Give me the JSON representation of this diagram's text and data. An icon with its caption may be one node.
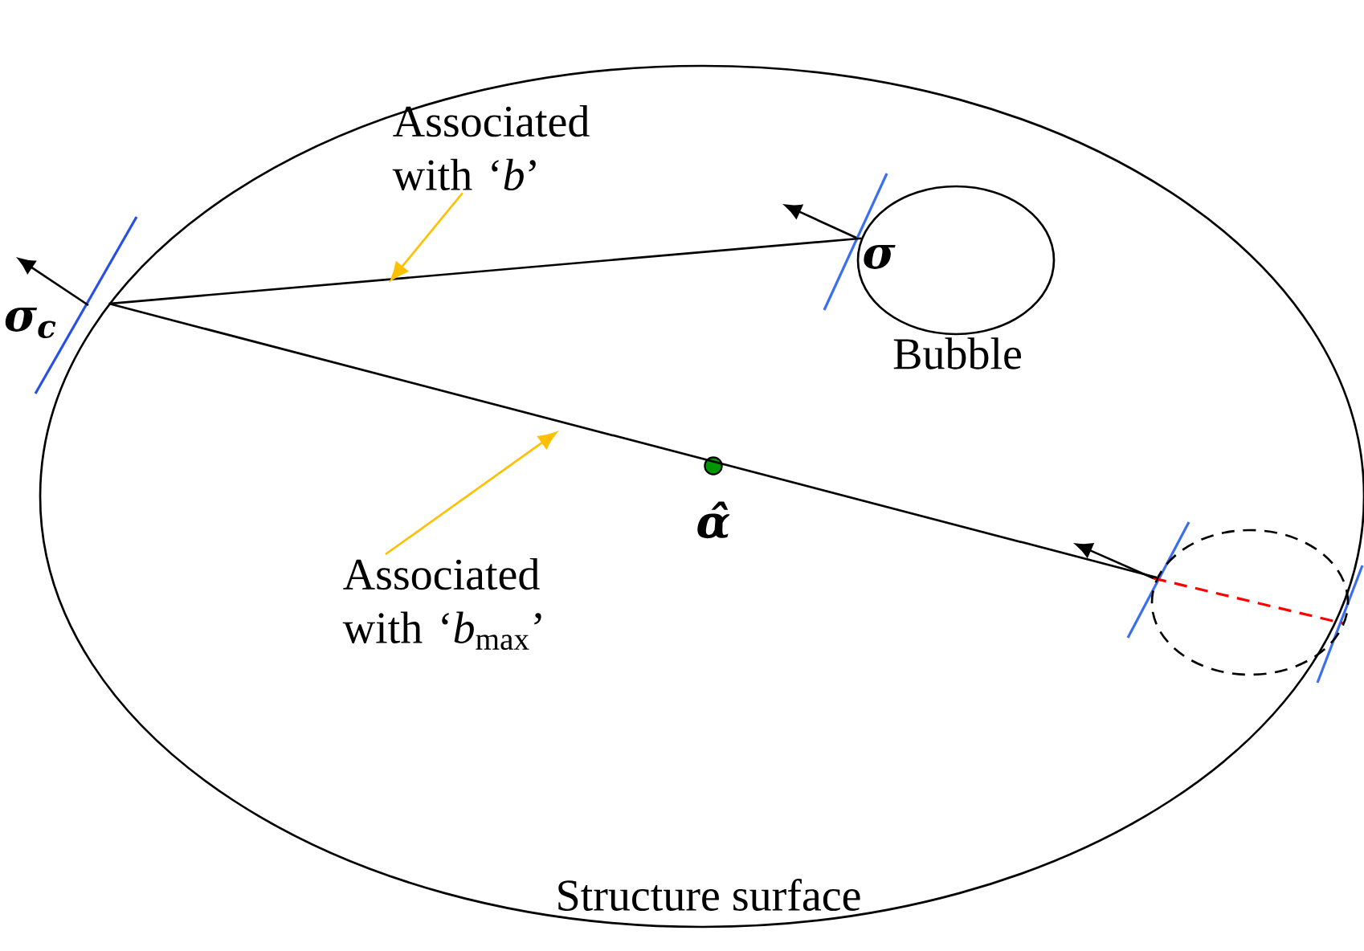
{
  "diagram": {
    "nodes": [
      {
        "text": [
          "Structure surface"
        ]
      },
      {
        "text": [
          "Bubble"
        ],
        "in": 0
      },
      {
        "text": [],
        "shape": "circle",
        "in": 0
      },
      {
        "text": [
          "Associated with ‘*b*’"
        ],
        "in": 0
      },
      {
        "text": [
          "Associated with ‘*b*$_{max}$’"
        ],
        "in": 0
      },
      {
        "text": [],
        "shape": "circle",
        "beside": [
          "α̂"
        ],
        "in": 0
      }
    ],
    "edges": [
      {
        "from": 0,
        "to": 1,
        "arrow": "none"
      },
      {
        "from": 0,
        "to": 2,
        "arrow": "none"
      },
      {
        "from": 3,
        "to": null,
        "arrow": "to",
        "color": "#ffc000"
      },
      {
        "from": 4,
        "to": null,
        "arrow": "to",
        "color": "#ffc000"
      }
    ],
    "labels": [
      "σ$_{c}$",
      "σ"
    ]
  }
}
